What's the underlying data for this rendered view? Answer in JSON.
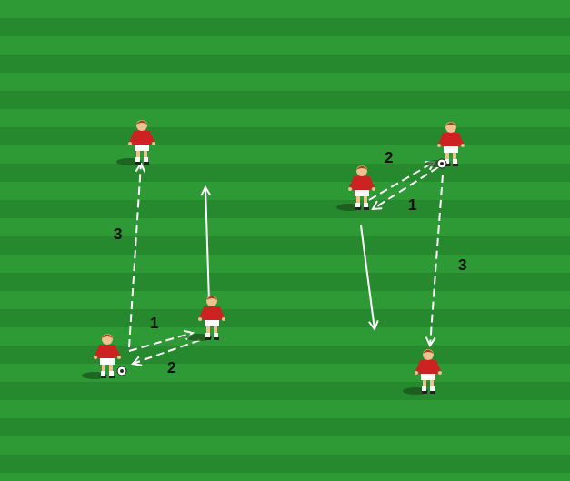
{
  "diagram": {
    "labels": [
      "3",
      "1",
      "2",
      "2",
      "1",
      "3"
    ]
  }
}
